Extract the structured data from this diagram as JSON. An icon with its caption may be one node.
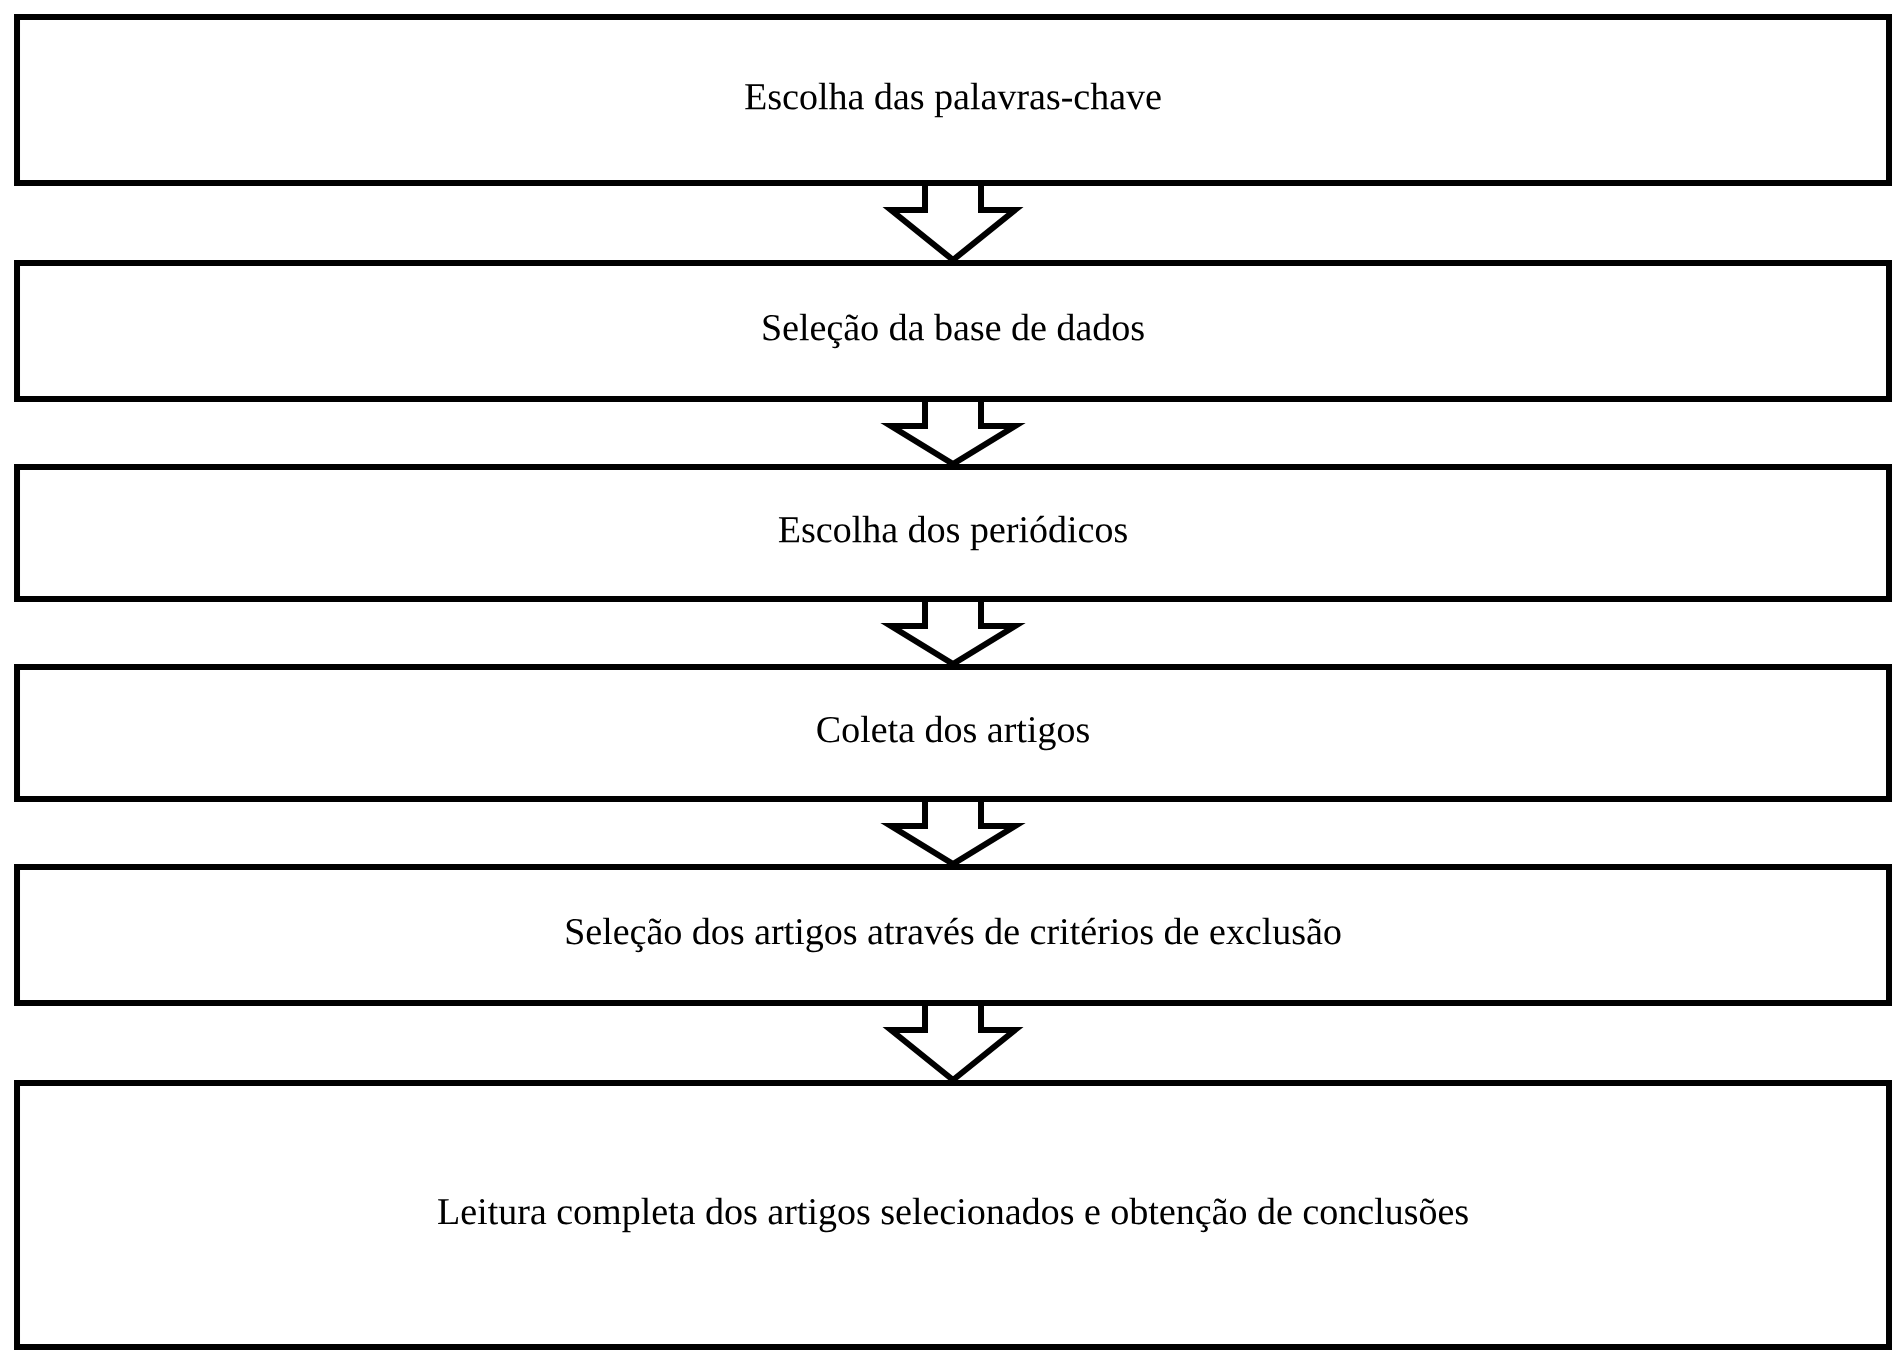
{
  "diagram": {
    "nodes": [
      {
        "text": [
          "Escolha das palavras-chave"
        ]
      },
      {
        "text": [
          "Seleção da base de dados"
        ]
      },
      {
        "text": [
          "Escolha dos periódicos"
        ]
      },
      {
        "text": [
          "Coleta dos artigos"
        ]
      },
      {
        "text": [
          "Seleção dos artigos através de critérios de exclusão"
        ]
      },
      {
        "text": [
          "Leitura completa dos artigos selecionados e obtenção de conclusões"
        ]
      }
    ],
    "edges": [
      {
        "from": 0,
        "to": 1,
        "arrow": "to"
      },
      {
        "from": 1,
        "to": 2,
        "arrow": "to"
      },
      {
        "from": 2,
        "to": 3,
        "arrow": "to"
      },
      {
        "from": 3,
        "to": 4,
        "arrow": "to"
      },
      {
        "from": 4,
        "to": 5,
        "arrow": "to"
      }
    ]
  }
}
